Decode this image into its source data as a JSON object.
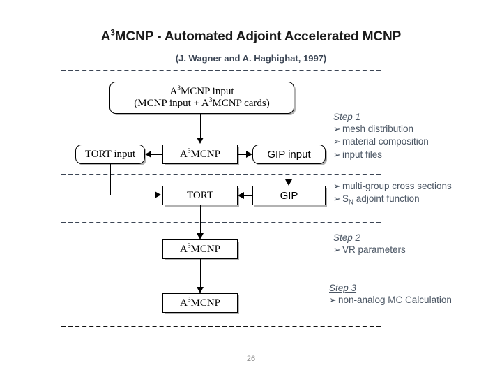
{
  "slide": {
    "title_pre": "A",
    "title_sup": "3",
    "title_post": "MCNP - Automated Adjoint Accelerated MCNP",
    "subtitle": "(J. Wagner and A. Haghighat, 1997)",
    "page_number": "26",
    "title_color": "#1a1a1a",
    "subtitle_color": "#3b4554",
    "note_color": "#4a5563",
    "dash_color": "#3b4554",
    "box_border_color": "#000000"
  },
  "flowchart": {
    "boxes": [
      {
        "id": "a3mcnp-input",
        "line1_pre": "A",
        "line1_sup": "3",
        "line1_post": "MCNP input",
        "line2_pre": "(MCNP input + A",
        "line2_sup": "3",
        "line2_post": "MCNP cards)",
        "shape": "rounded",
        "font": "serif"
      },
      {
        "id": "tort-input",
        "label": "TORT input",
        "shape": "rounded",
        "font": "serif"
      },
      {
        "id": "a3mcnp-step1",
        "label_pre": "A",
        "label_sup": "3",
        "label_post": "MCNP",
        "shape": "rect",
        "font": "serif"
      },
      {
        "id": "gip-input",
        "label": "GIP input",
        "shape": "rounded",
        "font": "sans"
      },
      {
        "id": "tort",
        "label": "TORT",
        "shape": "rect",
        "font": "serif"
      },
      {
        "id": "gip",
        "label": "GIP",
        "shape": "rect",
        "font": "sans"
      },
      {
        "id": "a3mcnp-step2",
        "label_pre": "A",
        "label_sup": "3",
        "label_post": "MCNP",
        "shape": "rect",
        "font": "serif"
      },
      {
        "id": "a3mcnp-step3",
        "label_pre": "A",
        "label_sup": "3",
        "label_post": "MCNP",
        "shape": "rect",
        "font": "serif"
      }
    ]
  },
  "notes": {
    "bullet_glyph": "➢",
    "groups": [
      {
        "id": "step-1",
        "heading": "Step 1",
        "items": [
          "mesh distribution",
          "material composition",
          "input files"
        ]
      },
      {
        "id": "cross-sections",
        "heading": "",
        "items": [
          "multi-group cross sections"
        ],
        "sn_item": {
          "pre": "S",
          "sub": "N",
          "post": " adjoint function"
        }
      },
      {
        "id": "step-2",
        "heading": "Step 2",
        "items": [
          "VR parameters"
        ]
      },
      {
        "id": "step-3",
        "heading": "Step 3",
        "items": [
          "non-analog MC Calculation"
        ]
      }
    ]
  }
}
